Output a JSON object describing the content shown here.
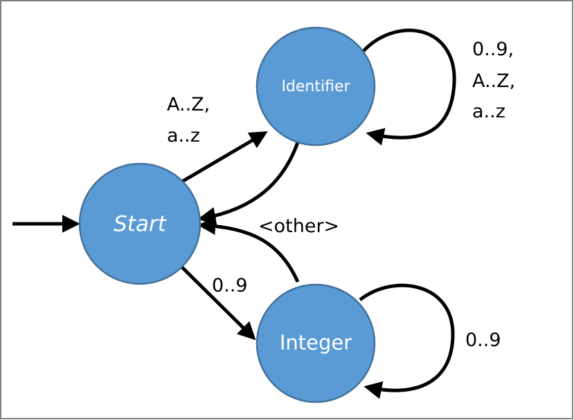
{
  "diagram": {
    "colors": {
      "state_fill": "#5b9bd5",
      "state_stroke": "#41719c",
      "arrow": "#000000",
      "state_text": "#ffffff",
      "frame": "#7f7f7f"
    },
    "states": {
      "start": {
        "label": "Start"
      },
      "identifier": {
        "label": "Identifier"
      },
      "integer": {
        "label": "Integer"
      }
    },
    "transitions": {
      "start_to_identifier": {
        "line1": "A..Z,",
        "line2": "a..z"
      },
      "identifier_loop": {
        "line1": "0..9,",
        "line2": "A..Z,",
        "line3": "a..z"
      },
      "to_start": {
        "label": "<other>"
      },
      "start_to_integer": {
        "label": "0..9"
      },
      "integer_loop": {
        "label": "0..9"
      }
    }
  }
}
